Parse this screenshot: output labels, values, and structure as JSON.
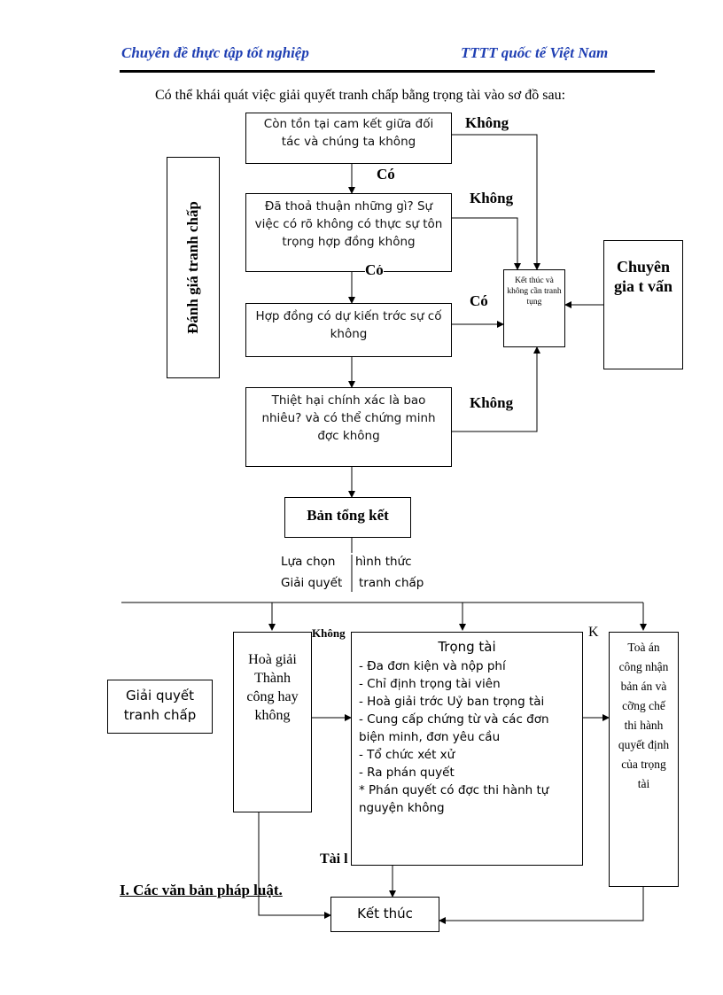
{
  "header": {
    "left": "Chuyên đề thực tập tốt nghiệp",
    "right": "TTTT quốc tế Việt Nam",
    "color": "#1f3fb3"
  },
  "intro": "Có thể khái quát việc giải quyết tranh chấp bằng trọng tài vào sơ đồ sau:",
  "side_label_assess": "Đánh giá tranh chấp",
  "steps": {
    "q1": "Còn tồn tại cam kết giữa đối tác và chúng ta không",
    "q2": "Đã thoả thuận những gì? Sự việc có rõ không có thực sự tôn trọng hợp đồng không",
    "q3": "Hợp đồng có dự kiến trớc sự cố không",
    "q4": "Thiệt hại chính xác là bao nhiêu? và có thể chứng minh đợc không"
  },
  "edge_labels": {
    "khong1": "Không",
    "co1": "Có",
    "khong2": "Không",
    "co2": "Có",
    "co3": "Có",
    "khong4": "Không",
    "khong_bottom": "Không",
    "k": "K",
    "tai": "Tài l"
  },
  "end_box": "Kết thúc và không cần tranh tụng",
  "expert": "Chuyên gia t vấn",
  "summary": "Bản tổng kết",
  "choose": {
    "line1_a": "Lựa chọn",
    "line1_b": "hình thức",
    "line2_a": "Giải quyết",
    "line2_b": "tranh chấp"
  },
  "resolve_label": "Giải quyết tranh chấp",
  "mediation": "Hoà giải Thành công hay không",
  "arbitration": {
    "title": "Trọng tài",
    "items": [
      "- Đa đơn kiện và nộp phí",
      "- Chỉ định trọng tài viên",
      "- Hoà giải trớc Uỷ ban trọng tài",
      "- Cung cấp chứng từ và các đơn biện minh, đơn yêu cầu",
      "- Tổ chức xét xử",
      "- Ra phán quyết",
      "* Phán quyết có đợc thi hành tự nguyện không"
    ]
  },
  "court": "Toà án công nhận bản án và cỡng chế thi hành quyết định của trọng tài",
  "section_heading": "I. Các văn bản pháp luật.",
  "finish": "Kết thúc"
}
